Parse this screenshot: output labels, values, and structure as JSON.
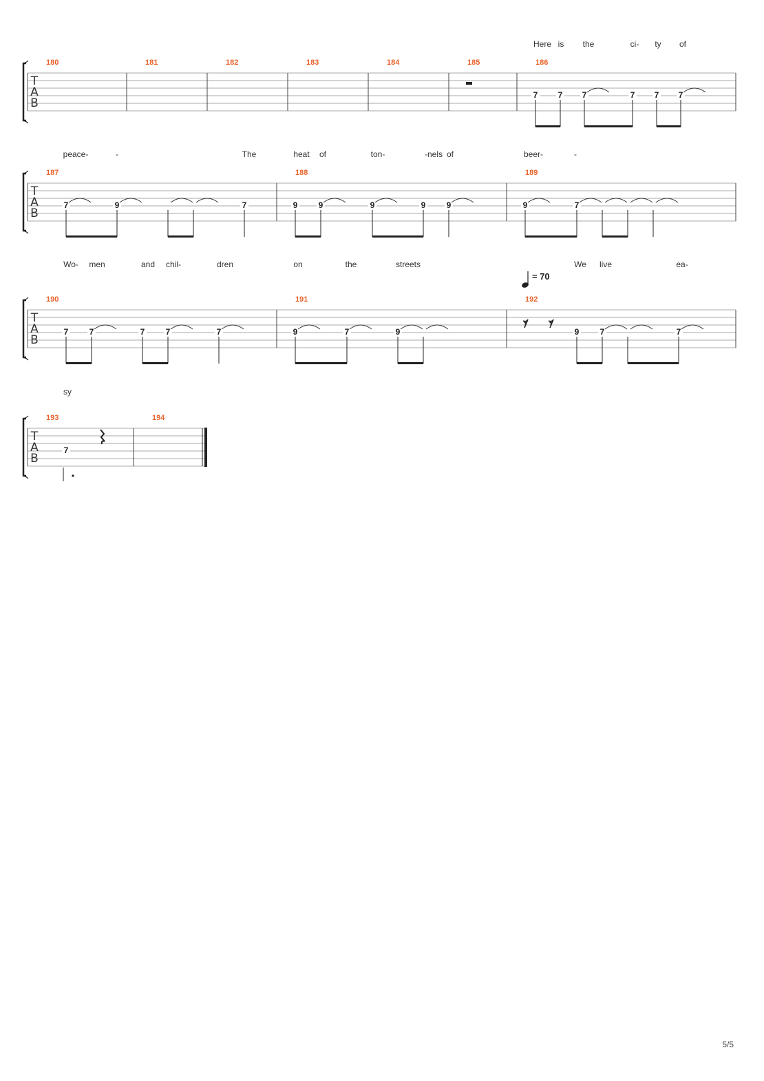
{
  "page": {
    "number": "5/5"
  },
  "tab_label": [
    "T",
    "A",
    "B"
  ],
  "tempo": {
    "value": "= 70",
    "bar": "192"
  },
  "systems": [
    {
      "lyrics": [
        "Here",
        "is",
        "the",
        "ci-",
        "ty",
        "of"
      ],
      "bars": [
        {
          "number": "180",
          "notes": []
        },
        {
          "number": "181",
          "notes": []
        },
        {
          "number": "182",
          "notes": []
        },
        {
          "number": "183",
          "notes": []
        },
        {
          "number": "184",
          "notes": []
        },
        {
          "number": "185",
          "notes": [],
          "rest": "half"
        },
        {
          "number": "186",
          "notes": [
            {
              "fret": "7"
            },
            {
              "fret": "7"
            },
            {
              "fret": "7",
              "tie": true
            },
            {
              "fret": "7"
            },
            {
              "fret": "7"
            },
            {
              "fret": "7",
              "tie": true
            }
          ]
        }
      ]
    },
    {
      "lyrics": [
        "peace-",
        "-",
        "The",
        "heat",
        "of",
        "ton-",
        "-nels",
        "of",
        "beer-",
        "-"
      ],
      "bars": [
        {
          "number": "187",
          "notes": [
            {
              "fret": "7",
              "tie": true
            },
            {
              "fret": "9",
              "tie": true
            },
            {
              "tie": true
            },
            {
              "tie": true
            },
            {
              "fret": "7"
            }
          ]
        },
        {
          "number": "188",
          "notes": [
            {
              "fret": "9"
            },
            {
              "fret": "9",
              "tie": true
            },
            {
              "fret": "9",
              "tie": true
            },
            {
              "fret": "9"
            },
            {
              "fret": "9",
              "tie": true
            }
          ]
        },
        {
          "number": "189",
          "notes": [
            {
              "fret": "9",
              "tie": true
            },
            {
              "fret": "7",
              "tie": true
            },
            {
              "tie": true
            },
            {
              "tie": true
            },
            {
              "tie": true
            }
          ]
        }
      ]
    },
    {
      "lyrics": [
        "Wo-",
        "men",
        "and",
        "chil-",
        "dren",
        "on",
        "the",
        "streets",
        "We",
        "live",
        "ea-"
      ],
      "bars": [
        {
          "number": "190",
          "notes": [
            {
              "fret": "7"
            },
            {
              "fret": "7",
              "tie": true
            },
            {
              "fret": "7"
            },
            {
              "fret": "7",
              "tie": true
            },
            {
              "fret": "7",
              "tie": true
            }
          ]
        },
        {
          "number": "191",
          "notes": [
            {
              "fret": "9",
              "tie": true
            },
            {
              "fret": "7",
              "tie": true
            },
            {
              "fret": "9",
              "tie": true
            },
            {
              "tie": true
            }
          ]
        },
        {
          "number": "192",
          "notes": [
            {
              "rest": "eighth"
            },
            {
              "rest": "eighth"
            },
            {
              "fret": "9"
            },
            {
              "fret": "7",
              "tie": true
            },
            {
              "tie": true
            },
            {
              "fret": "7",
              "tie": true
            }
          ]
        }
      ]
    },
    {
      "lyrics": [
        "sy"
      ],
      "bars": [
        {
          "number": "193",
          "notes": [
            {
              "fret": "7",
              "dotted": true
            },
            {
              "rest": "quarter"
            }
          ]
        },
        {
          "number": "194",
          "notes": [],
          "final": true
        }
      ]
    }
  ]
}
